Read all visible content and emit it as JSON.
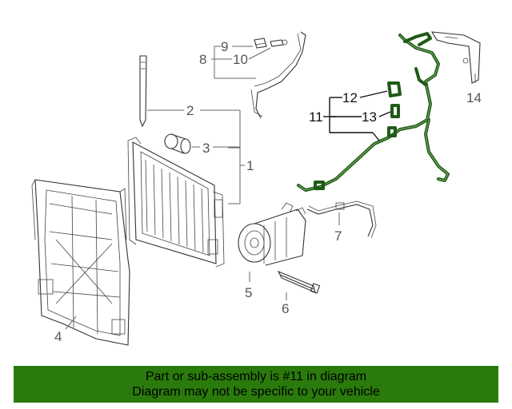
{
  "callouts": {
    "c1": "1",
    "c2": "2",
    "c3": "3",
    "c4": "4",
    "c5": "5",
    "c6": "6",
    "c7": "7",
    "c8": "8",
    "c9": "9",
    "c10": "10",
    "c11": "11",
    "c12": "12",
    "c13": "13",
    "c14": "14"
  },
  "banner": {
    "line1": "Part or sub-assembly is #11 in diagram",
    "line2": "Diagram may not be specific to your vehicle"
  },
  "colors": {
    "highlight_hose": "#1f5a17",
    "banner_background": "#2a7a0c",
    "callout_text": "#555555"
  }
}
